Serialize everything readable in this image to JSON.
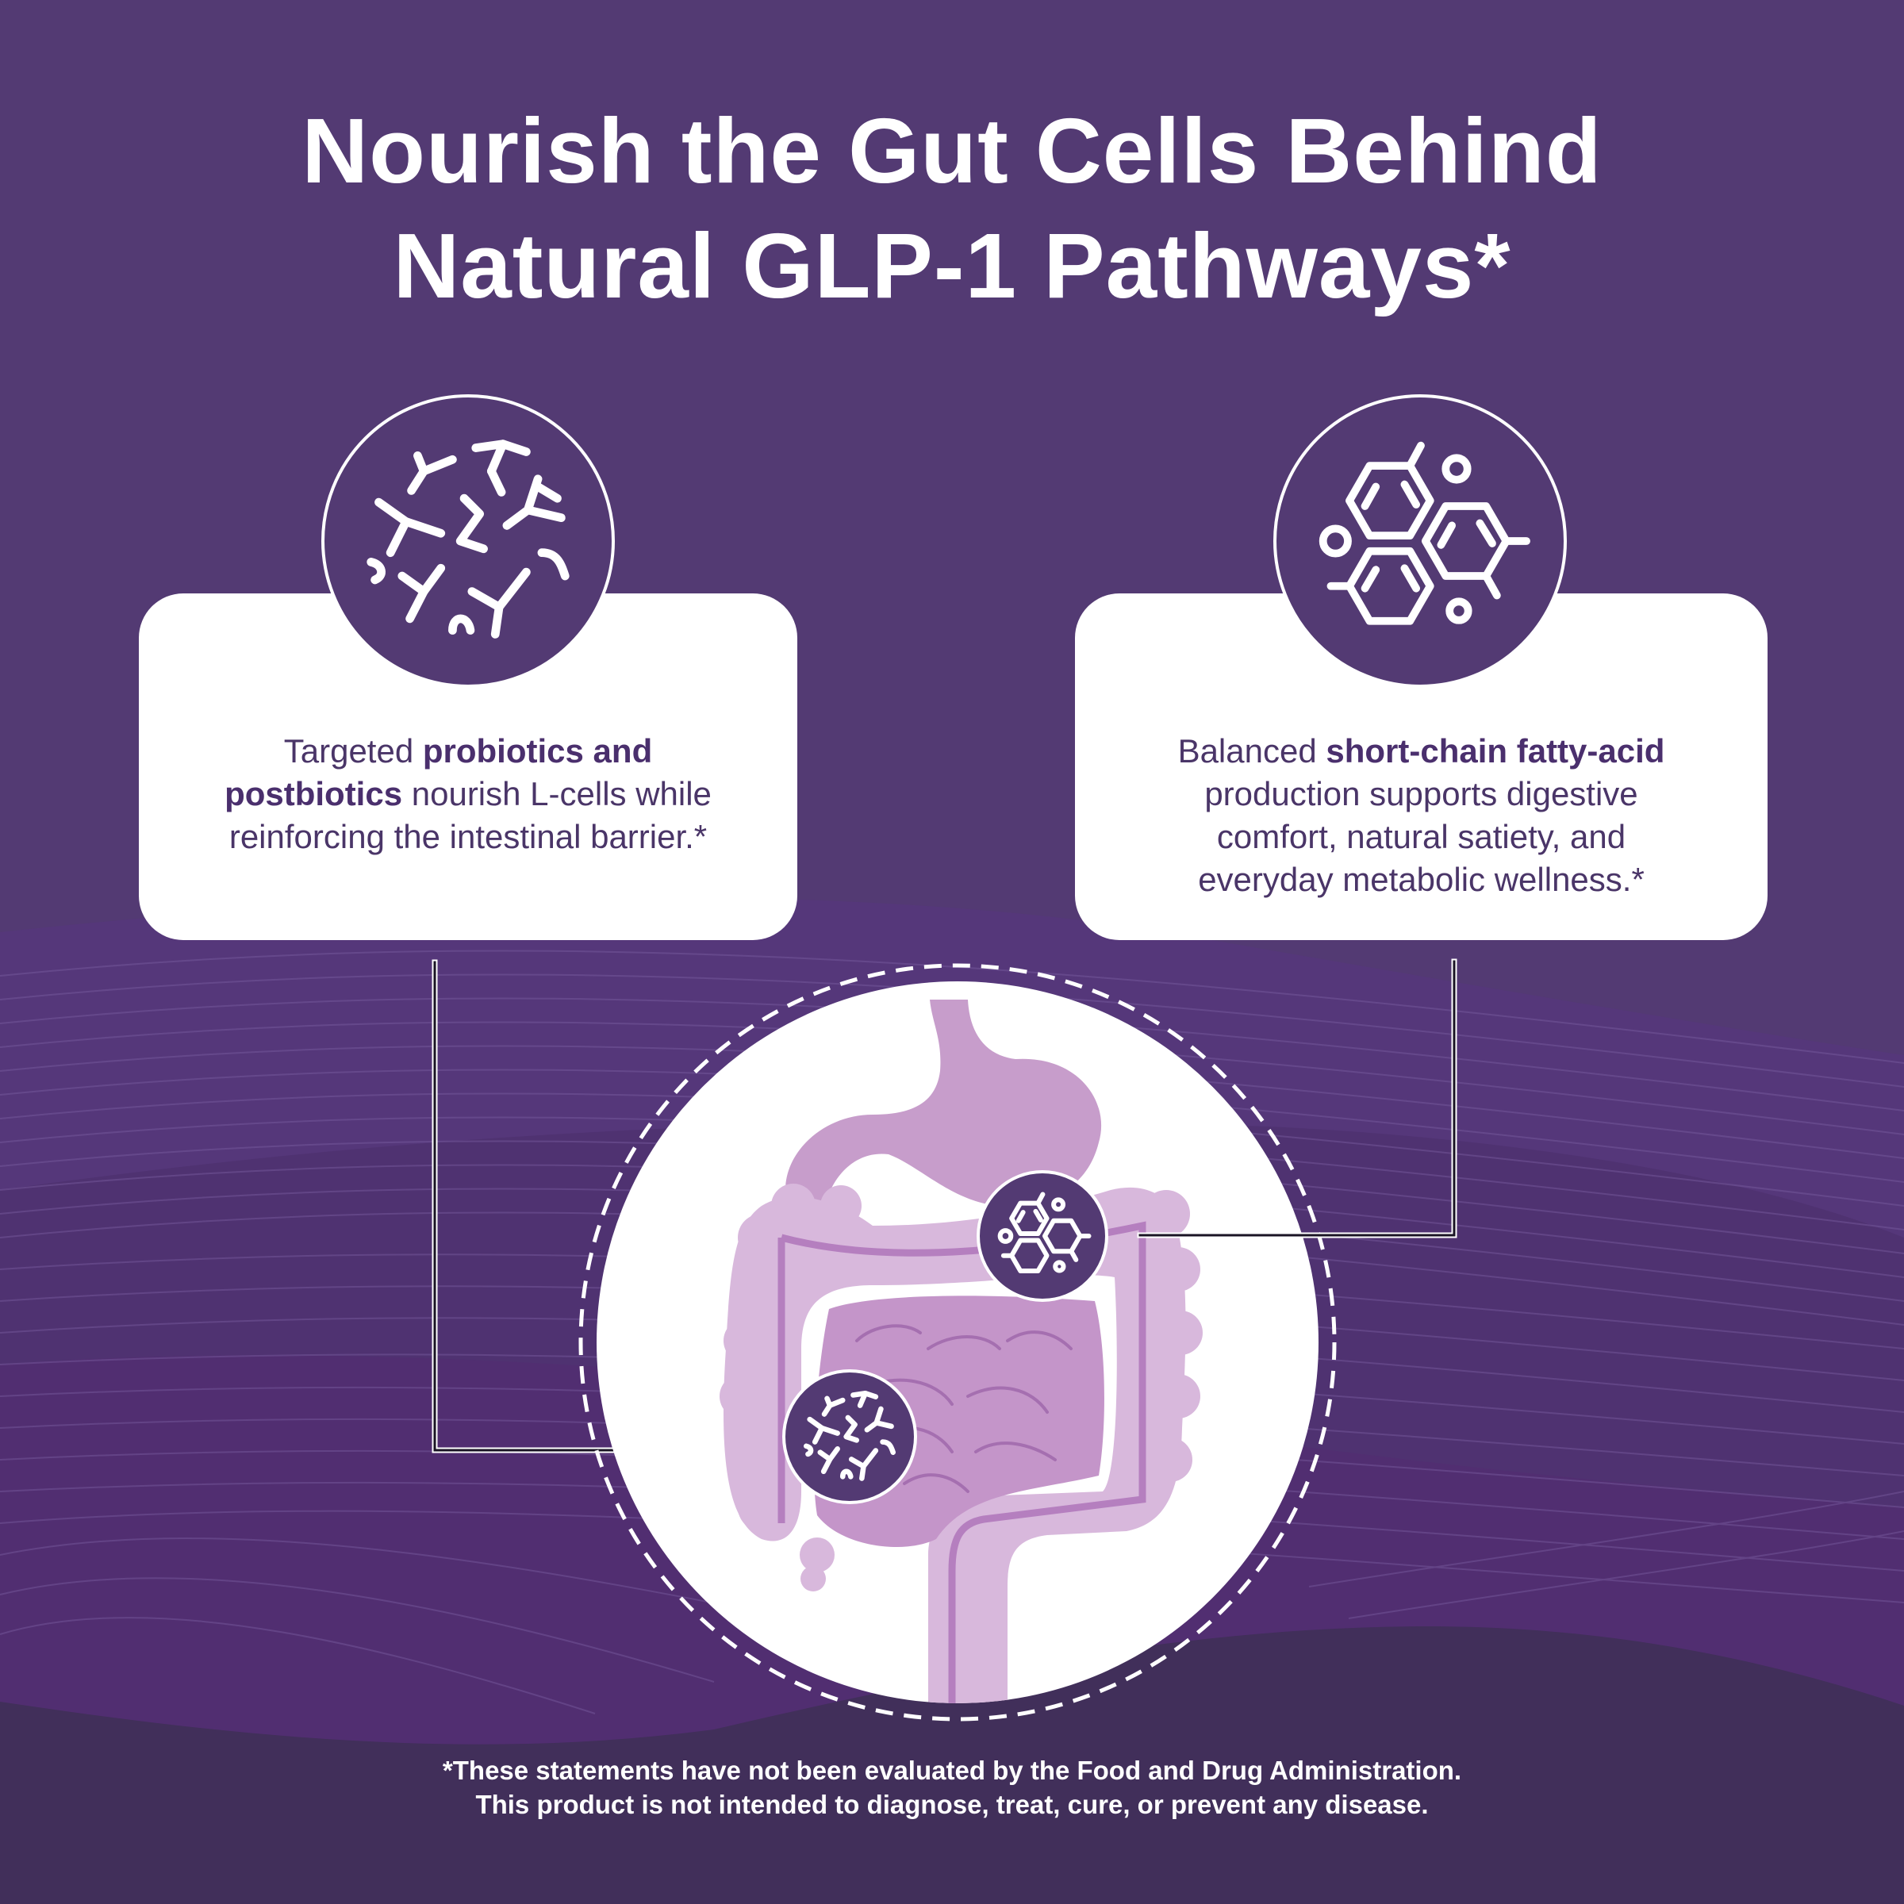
{
  "header": {
    "title_line1": "Nourish the Gut Cells Behind",
    "title_line2": "Natural GLP-1 Pathways*"
  },
  "cards": [
    {
      "icon": "probiotics-bacteria-icon",
      "text_pre": "Targeted ",
      "text_bold": "probiotics and postbiotics",
      "text_post": " nourish L-cells while reinforcing the intestinal barrier.*",
      "lines": [
        "Targeted probiotics and",
        "postbiotics nourish L-cells while",
        "reinforcing the intestinal barrier.*"
      ]
    },
    {
      "icon": "molecule-hexagon-icon",
      "text_pre": "Balanced ",
      "text_bold": "short-chain fatty-acid",
      "text_post": " production supports digestive comfort, natural satiety, and everyday metabolic wellness.*",
      "lines": [
        "Balanced short-chain fatty-acid",
        "production supports digestive",
        "comfort, natural satiety, and",
        "everyday metabolic wellness.*"
      ]
    }
  ],
  "illustration": {
    "subject": "digestive-tract",
    "markers": [
      "molecule-hexagon-icon",
      "probiotics-bacteria-icon"
    ]
  },
  "disclaimer": {
    "line1": "*These statements have not been evaluated by the Food and Drug Administration.",
    "line2": "This product is not intended to diagnose, treat, cure, or prevent any disease."
  },
  "colors": {
    "background": "#533a73",
    "wave_band": "#512f6e",
    "footer_band": "#412f5a",
    "card": "#ffffff",
    "card_text": "#4a3568",
    "gut_light": "#d8b8dc",
    "gut_mid": "#c495c9",
    "gut_line": "#b57fbf"
  }
}
